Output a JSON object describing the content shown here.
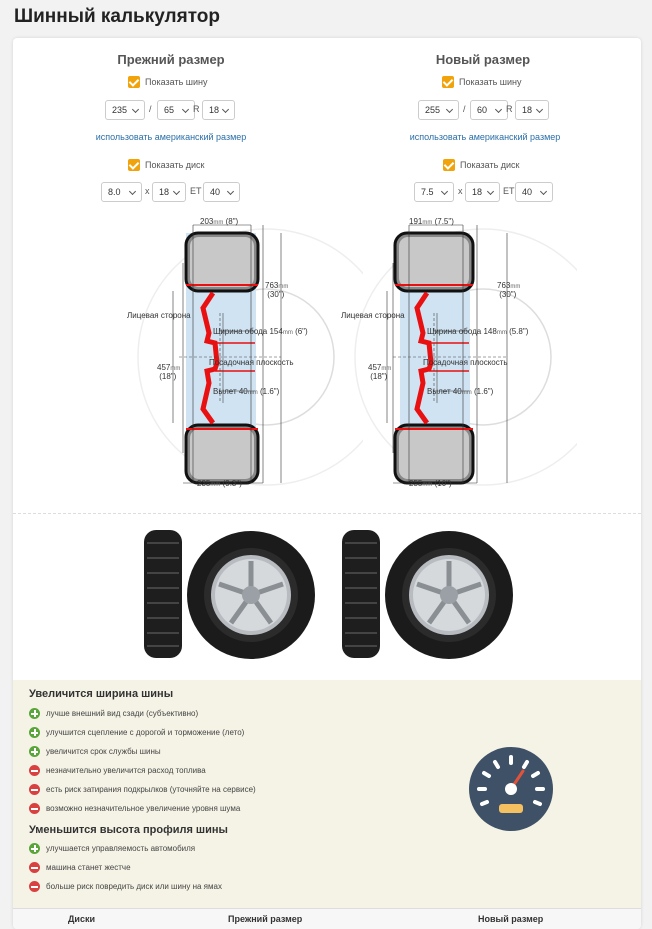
{
  "page": {
    "title": "Шинный калькулятор"
  },
  "old": {
    "title": "Прежний размер",
    "show_tire": "Показать шину",
    "tire": {
      "width": "235",
      "profile": "65",
      "rim": "18"
    },
    "american_link": "использовать американский размер",
    "show_disc": "Показать диск",
    "disc": {
      "width": "8.0",
      "diameter": "18",
      "et": "40"
    },
    "diagram": {
      "top_width_num": "203",
      "top_width_in": "(8\")",
      "height_num": "763",
      "height_in": "(30\")",
      "rim_dia_num": "457",
      "rim_dia_in": "(18\")",
      "rim_width_num": "154",
      "rim_width_in": "(6\")",
      "offset_num": "40",
      "offset_in": "(1.6\")",
      "bottom_width_num": "235",
      "bottom_width_in": "(9.3\")"
    }
  },
  "new": {
    "title": "Новый размер",
    "show_tire": "Показать шину",
    "tire": {
      "width": "255",
      "profile": "60",
      "rim": "18"
    },
    "american_link": "использовать американский размер",
    "show_disc": "Показать диск",
    "disc": {
      "width": "7.5",
      "diameter": "18",
      "et": "40"
    },
    "diagram": {
      "top_width_num": "191",
      "top_width_in": "(7.5\")",
      "height_num": "763",
      "height_in": "(30\")",
      "rim_dia_num": "457",
      "rim_dia_in": "(18\")",
      "rim_width_num": "148",
      "rim_width_in": "(5.8\")",
      "offset_num": "40",
      "offset_in": "(1.6\")",
      "bottom_width_num": "255",
      "bottom_width_in": "(10\")"
    }
  },
  "labels": {
    "sep_slash": "/",
    "sep_r": "R",
    "sep_x": "x",
    "sep_et": "ET",
    "mm": "mm",
    "front_side": "Лицевая сторона",
    "rim_width": "Ширина обода",
    "mount_plane": "Посадочная плоскость",
    "offset": "Вылет"
  },
  "effects": {
    "group1": {
      "title": "Увеличится ширина шины",
      "items": [
        {
          "type": "plus",
          "text": "лучше внешний вид сзади (субъективно)"
        },
        {
          "type": "plus",
          "text": "улучшится сцепление с дорогой и торможение (лето)"
        },
        {
          "type": "plus",
          "text": "увеличится срок службы шины"
        },
        {
          "type": "minus",
          "text": "незначительно увеличится расход топлива"
        },
        {
          "type": "minus",
          "text": "есть риск затирания подкрылков (уточняйте на сервисе)"
        },
        {
          "type": "minus",
          "text": "возможно незначительное увеличение уровня шума"
        }
      ]
    },
    "group2": {
      "title": "Уменьшится высота профиля шины",
      "items": [
        {
          "type": "plus",
          "text": "улучшается управляемость автомобиля"
        },
        {
          "type": "minus",
          "text": "машина станет жестче"
        },
        {
          "type": "minus",
          "text": "больше риск повредить диск или шину на ямах"
        }
      ]
    }
  },
  "table_header": {
    "col1": "Диски",
    "col2": "Прежний размер",
    "col3": "Новый размер"
  },
  "colors": {
    "accent": "#f0a30a",
    "link": "#2a6fa8",
    "plus": "#5aa53a",
    "minus": "#d94040",
    "rim_red": "#e81010",
    "gauge_bg": "#3e5166"
  }
}
